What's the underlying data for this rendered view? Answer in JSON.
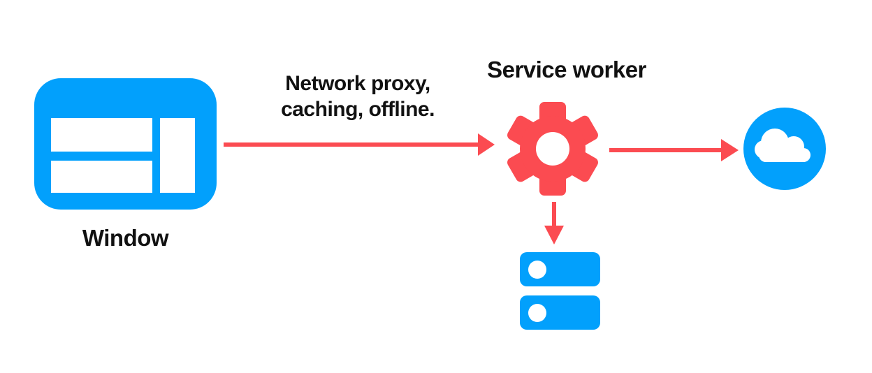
{
  "diagram": {
    "background": "#ffffff",
    "colors": {
      "blue": "#02a0fc",
      "red": "#fb4b51",
      "white": "#ffffff",
      "text": "#111111"
    },
    "nodes": {
      "window": {
        "label": "Window",
        "icon": "window-icon"
      },
      "service_worker": {
        "label": "Service worker",
        "icon": "gear-icon"
      },
      "network": {
        "icon": "cloud-icon"
      },
      "cache": {
        "icon": "database-icon"
      }
    },
    "edges": {
      "window_to_service_worker": {
        "label_line1": "Network proxy,",
        "label_line2": "caching, offline."
      }
    }
  }
}
